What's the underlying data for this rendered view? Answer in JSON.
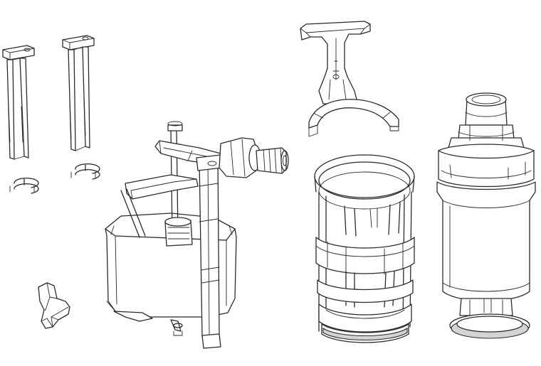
{
  "illustration": {
    "background": "#ffffff",
    "line_color": "#2b2b2b",
    "accent_gray": "#d4d4d4",
    "parts": [
      {
        "id": "guide-rod-left",
        "icon": "guide-rod-icon"
      },
      {
        "id": "guide-rod-right",
        "icon": "guide-rod-icon"
      },
      {
        "id": "ring-clip-left",
        "icon": "ring-clip-icon"
      },
      {
        "id": "ring-clip-right",
        "icon": "ring-clip-icon"
      },
      {
        "id": "small-clip",
        "icon": "clip-icon"
      },
      {
        "id": "fill-valve",
        "icon": "fill-valve-icon"
      },
      {
        "id": "hanger-bracket",
        "icon": "bracket-icon"
      },
      {
        "id": "cage-cylinder",
        "icon": "cage-icon"
      },
      {
        "id": "flush-valve",
        "icon": "flush-valve-icon"
      }
    ]
  }
}
